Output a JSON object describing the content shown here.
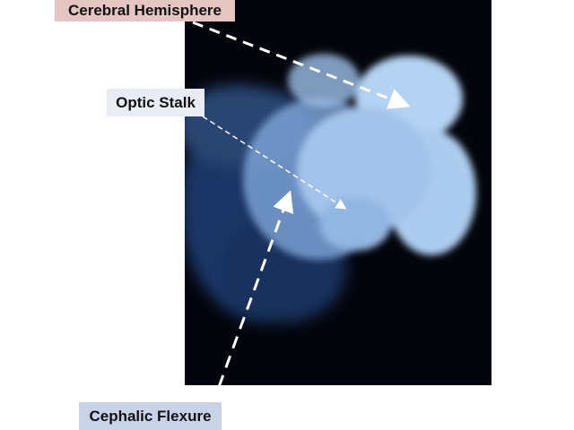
{
  "labels": {
    "cerebral_hemisphere": "Cerebral Hemisphere",
    "optic_stalk": "Optic Stalk",
    "cephalic_flexure": "Cephalic Flexure"
  },
  "colors": {
    "cerebral_bg": "#e4c5c1",
    "optic_bg": "#e9edf3",
    "cephalic_bg": "#c9d3e8",
    "photo_bg": "#03050c",
    "tissue": "#a8c8ec"
  }
}
